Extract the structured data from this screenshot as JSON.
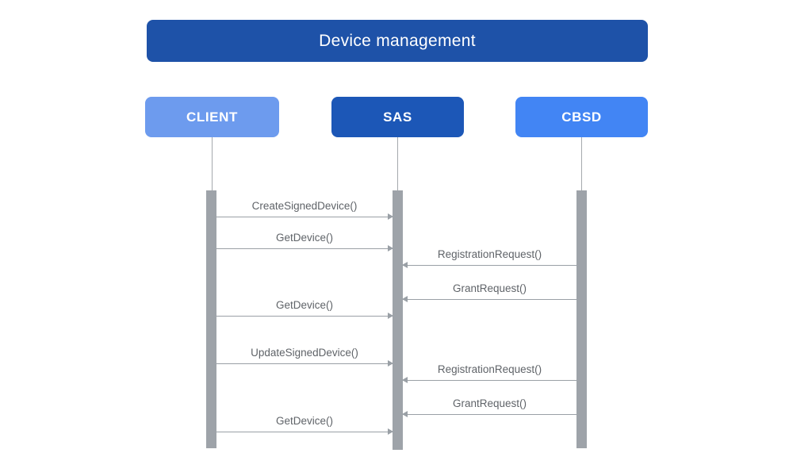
{
  "diagram": {
    "title": "Device management",
    "actors": [
      {
        "name": "CLIENT",
        "color": "#6D9BEE"
      },
      {
        "name": "SAS",
        "color": "#1C57B7"
      },
      {
        "name": "CBSD",
        "color": "#4285F4"
      }
    ],
    "messages": [
      {
        "label": "CreateSignedDevice()",
        "from": "CLIENT",
        "to": "SAS"
      },
      {
        "label": "GetDevice()",
        "from": "CLIENT",
        "to": "SAS"
      },
      {
        "label": "RegistrationRequest()",
        "from": "CBSD",
        "to": "SAS"
      },
      {
        "label": "GrantRequest()",
        "from": "CBSD",
        "to": "SAS"
      },
      {
        "label": "GetDevice()",
        "from": "CLIENT",
        "to": "SAS"
      },
      {
        "label": "UpdateSignedDevice()",
        "from": "CLIENT",
        "to": "SAS"
      },
      {
        "label": "RegistrationRequest()",
        "from": "CBSD",
        "to": "SAS"
      },
      {
        "label": "GrantRequest()",
        "from": "CBSD",
        "to": "SAS"
      },
      {
        "label": "GetDevice()",
        "from": "CLIENT",
        "to": "SAS"
      }
    ],
    "colors": {
      "title_bg": "#1E52A8",
      "client_bg": "#6D9BEE",
      "sas_bg": "#1C57B7",
      "cbsd_bg": "#4285F4",
      "activation_bar": "#9EA3A9",
      "arrow_line": "#9AA0A6",
      "message_text": "#5F6368",
      "header_text": "#FFFFFF"
    }
  }
}
